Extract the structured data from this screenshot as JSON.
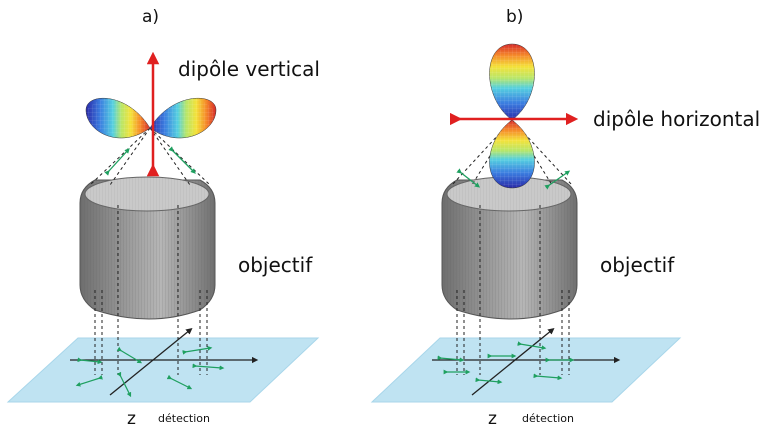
{
  "panel_a": {
    "label": "a)",
    "dipole": "dipôle vertical",
    "lens": "objectif",
    "axis": "z",
    "detector": "détection"
  },
  "panel_b": {
    "label": "b)",
    "dipole": "dipôle horizontal",
    "lens": "objectif",
    "axis": "z",
    "detector": "détection"
  },
  "colors": {
    "arrow": "#e02020",
    "green": "#1fa060",
    "plane": "#bfe3f2",
    "lens_body": "#8a8a8a",
    "lens_top": "#c9c9c9"
  },
  "icons": [
    "red-dipole-arrow",
    "green-polarization-arrows",
    "lens-cylinder",
    "doughnut-radiation-pattern"
  ]
}
